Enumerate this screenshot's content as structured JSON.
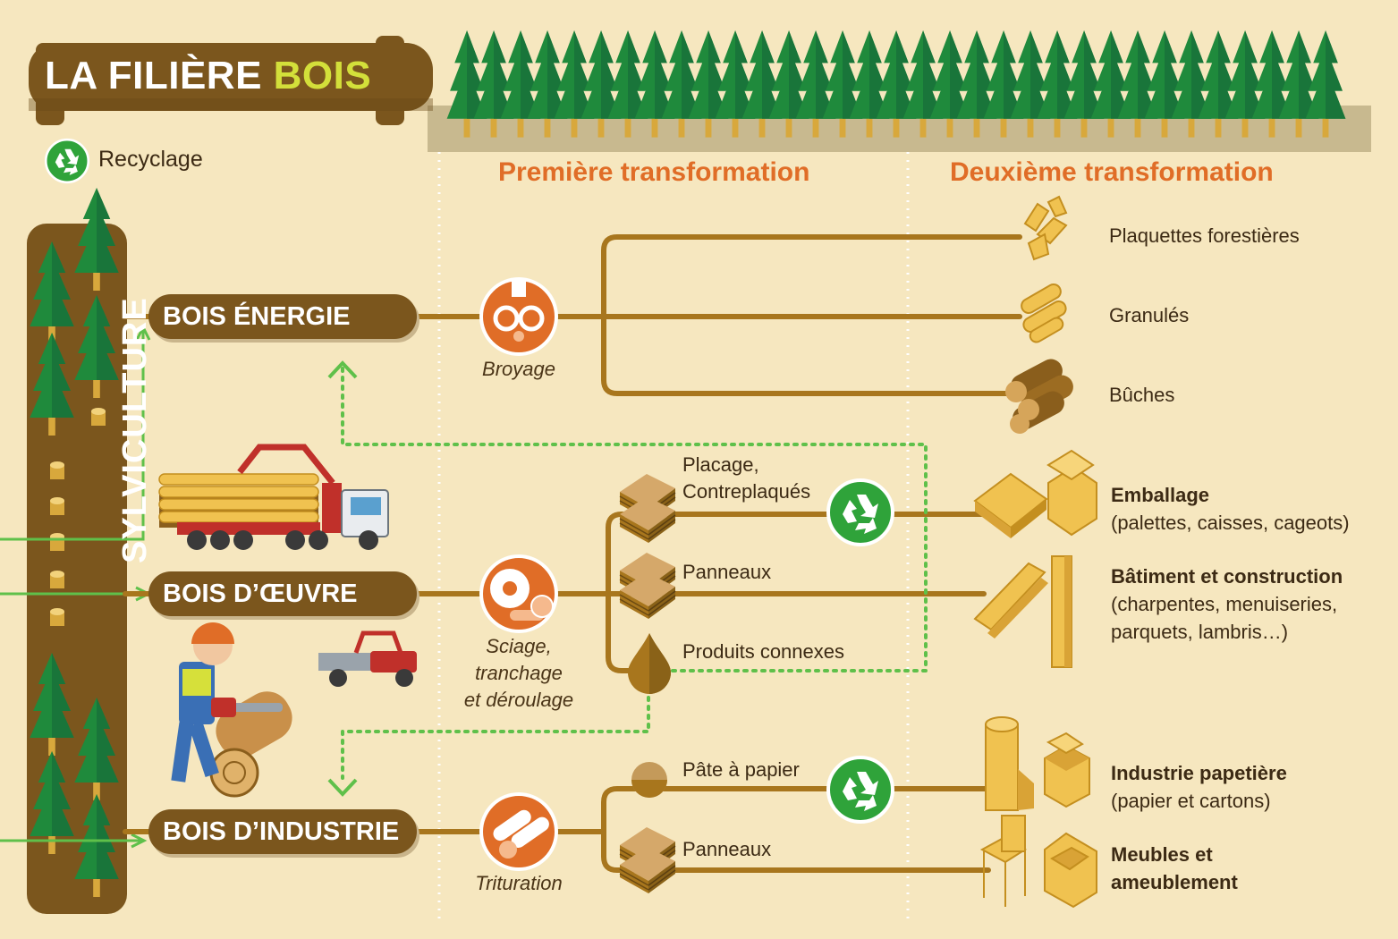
{
  "header": {
    "title_main": "LA FILIÈRE",
    "title_accent": "BOIS"
  },
  "legend": {
    "recycle_label": "Recyclage"
  },
  "columns": {
    "first": "Première transformation",
    "second": "Deuxième transformation"
  },
  "sidebar": {
    "label": "SYLVICULTURE"
  },
  "categories": [
    {
      "label": "BOIS ÉNERGIE",
      "process": "Broyage"
    },
    {
      "label": "BOIS D’ŒUVRE",
      "process": "Sciage, tranchage et déroulage"
    },
    {
      "label": "BOIS D’INDUSTRIE",
      "process": "Trituration"
    }
  ],
  "process_lines": {
    "sciage": [
      "Sciage,",
      "tranchage",
      "et déroulage"
    ]
  },
  "intermediate": {
    "placage": [
      "Placage,",
      "Contreplaqués"
    ],
    "panneaux_oeuvre": "Panneaux",
    "connexes": "Produits connexes",
    "pate": "Pâte à papier",
    "panneaux_industrie": "Panneaux"
  },
  "outputs": {
    "plaquettes": "Plaquettes forestières",
    "granules": "Granulés",
    "buches": "Bûches",
    "emballage": {
      "title": "Emballage",
      "detail": "(palettes, caisses, cageots)"
    },
    "batiment": {
      "title": "Bâtiment et construction",
      "detail1": "(charpentes, menuiseries,",
      "detail2": "parquets, lambris…)"
    },
    "papeterie": {
      "title": "Industrie papetière",
      "detail": "(papier et cartons)"
    },
    "meubles": {
      "title1": "Meubles et",
      "title2": "ameublement"
    }
  },
  "colors": {
    "background": "#f6e7bf",
    "brown": "#7b561d",
    "line": "#a8761d",
    "accent_orange": "#e06d27",
    "recycle_green": "#2fa33a",
    "tree_green": "#1f8a3c",
    "title_accent": "#d3df3a"
  },
  "icons": [
    "recycle-icon",
    "crusher-icon",
    "saw-blade-icon",
    "shredder-icon",
    "log-truck-icon",
    "lumberjack-icon",
    "utility-vehicle-icon",
    "wood-chips-icon",
    "pellets-icon",
    "logs-icon",
    "pallet-icon",
    "beams-icon",
    "paper-roll-icon",
    "furniture-icon"
  ]
}
